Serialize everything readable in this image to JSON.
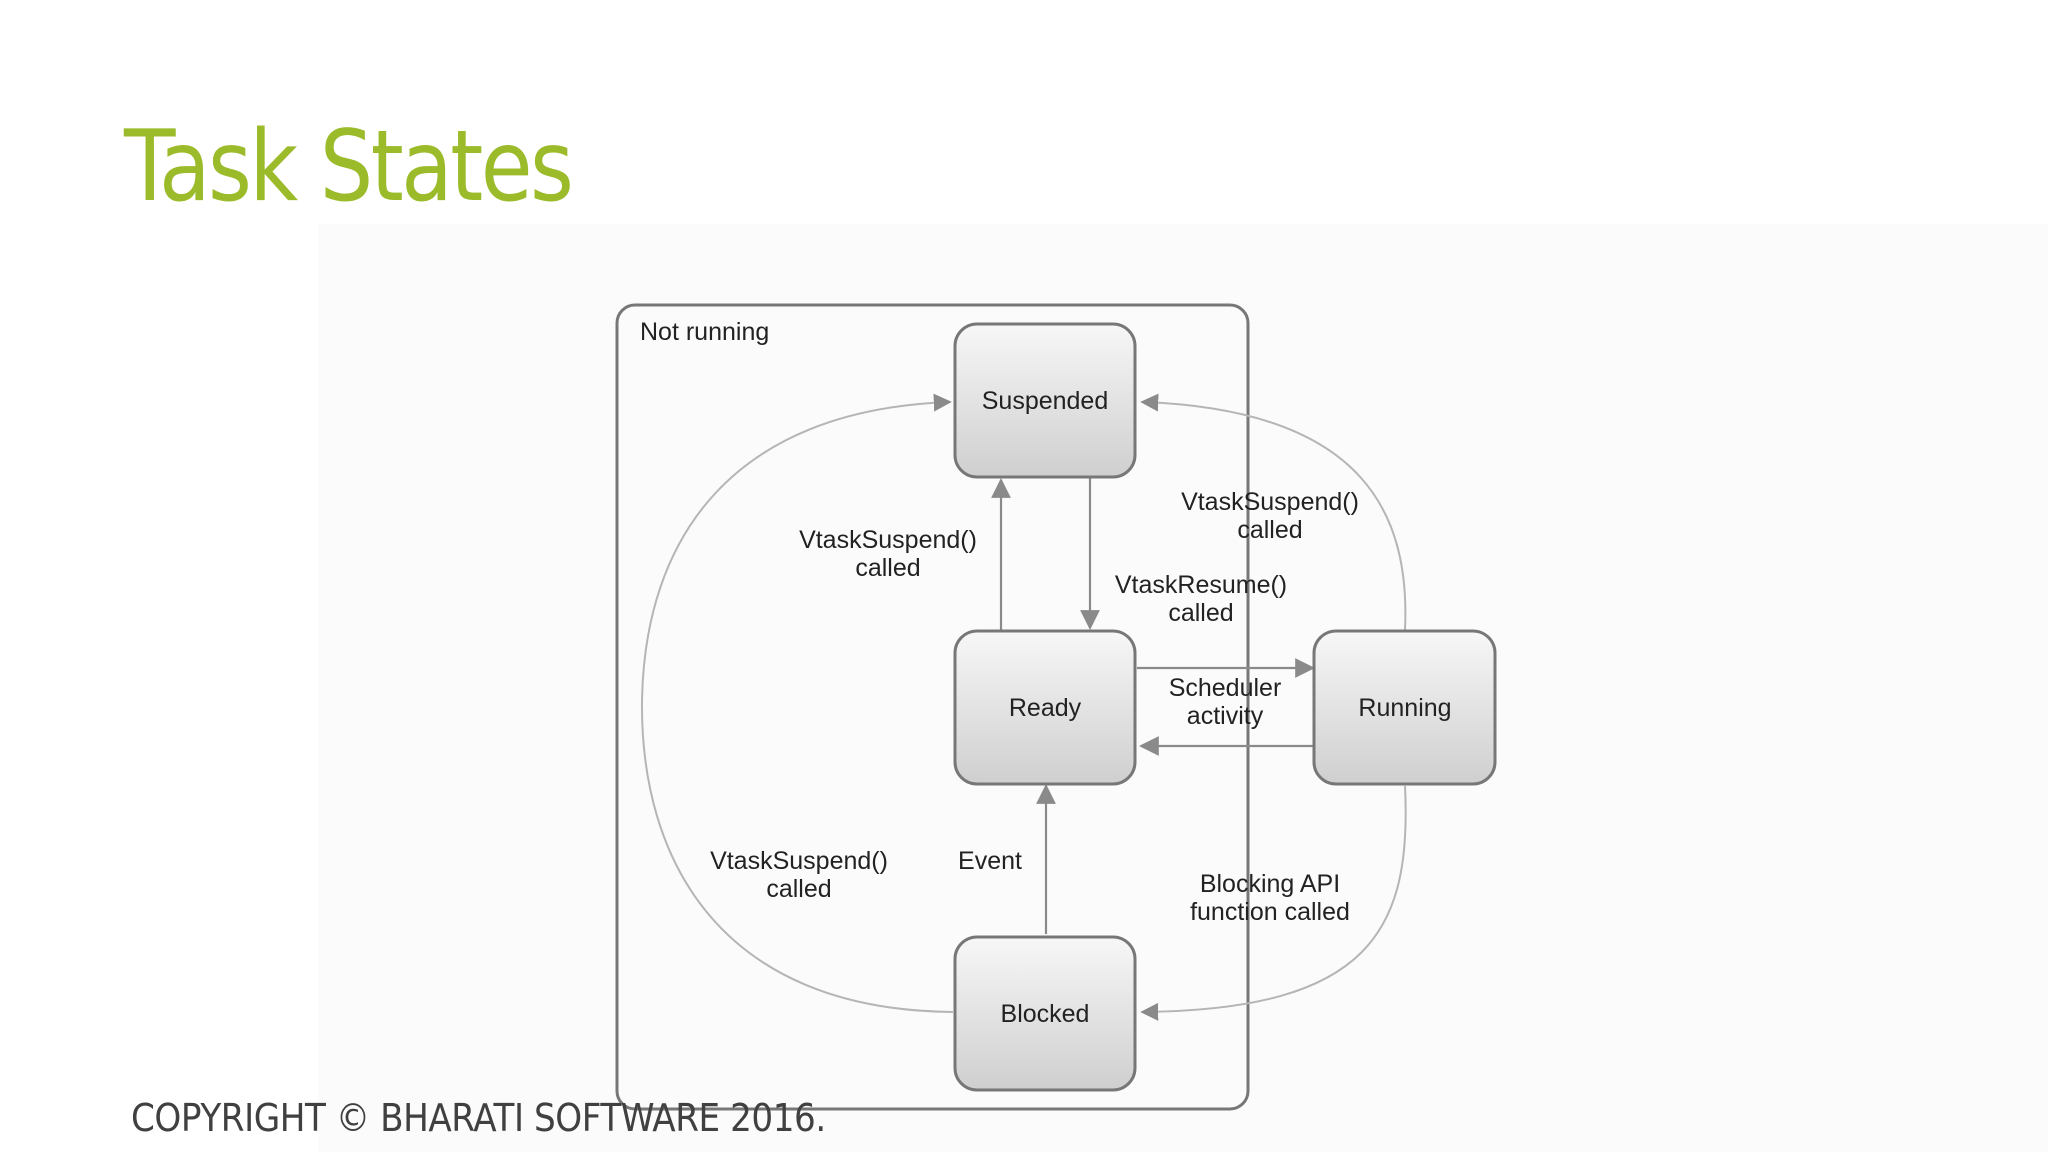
{
  "slide": {
    "title": "Task States",
    "copyright": "COPYRIGHT © BHARATI SOFTWARE 2016."
  },
  "diagram": {
    "group_label": "Not running",
    "states": {
      "suspended": "Suspended",
      "ready": "Ready",
      "running": "Running",
      "blocked": "Blocked"
    },
    "transitions": {
      "ready_to_suspended": [
        "VtaskSuspend()",
        "called"
      ],
      "suspended_to_ready": [
        "VtaskResume()",
        "called"
      ],
      "running_to_suspended": [
        "VtaskSuspend()",
        "called"
      ],
      "ready_running": [
        "Scheduler",
        "activity"
      ],
      "blocked_to_suspended": [
        "VtaskSuspend()",
        "called"
      ],
      "blocked_to_ready": [
        "Event"
      ],
      "running_to_blocked": [
        "Blocking API",
        "function called"
      ]
    }
  },
  "colors": {
    "title": "#9bbb2a",
    "text": "#404040"
  }
}
